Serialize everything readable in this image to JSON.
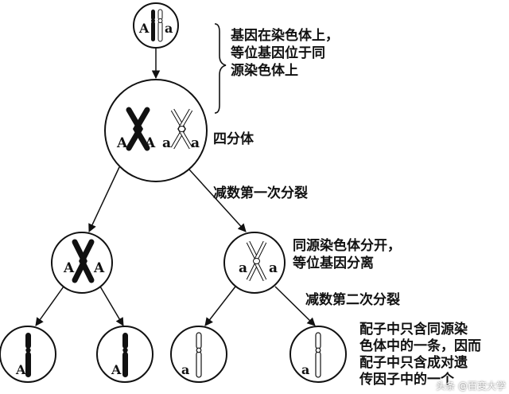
{
  "annotations": {
    "gene_on_chromosome": "基因在染色体上，\n等位基因位于同\n源染色体上",
    "tetrad": "四分体",
    "meiosis_1": "减数第一次分裂",
    "homologs_separate": "同源染色体分开，\n等位基因分离",
    "meiosis_2": "减数第二次分裂",
    "gamete_note": "配子中只含同源染\n色体中的一条，因而\n配子中只含成对遗\n传因子中的一个"
  },
  "alleles": {
    "dominant": "A",
    "recessive": "a"
  },
  "watermark": "头条 @百变大学",
  "colors": {
    "stroke": "#111111",
    "background": "#ffffff"
  }
}
